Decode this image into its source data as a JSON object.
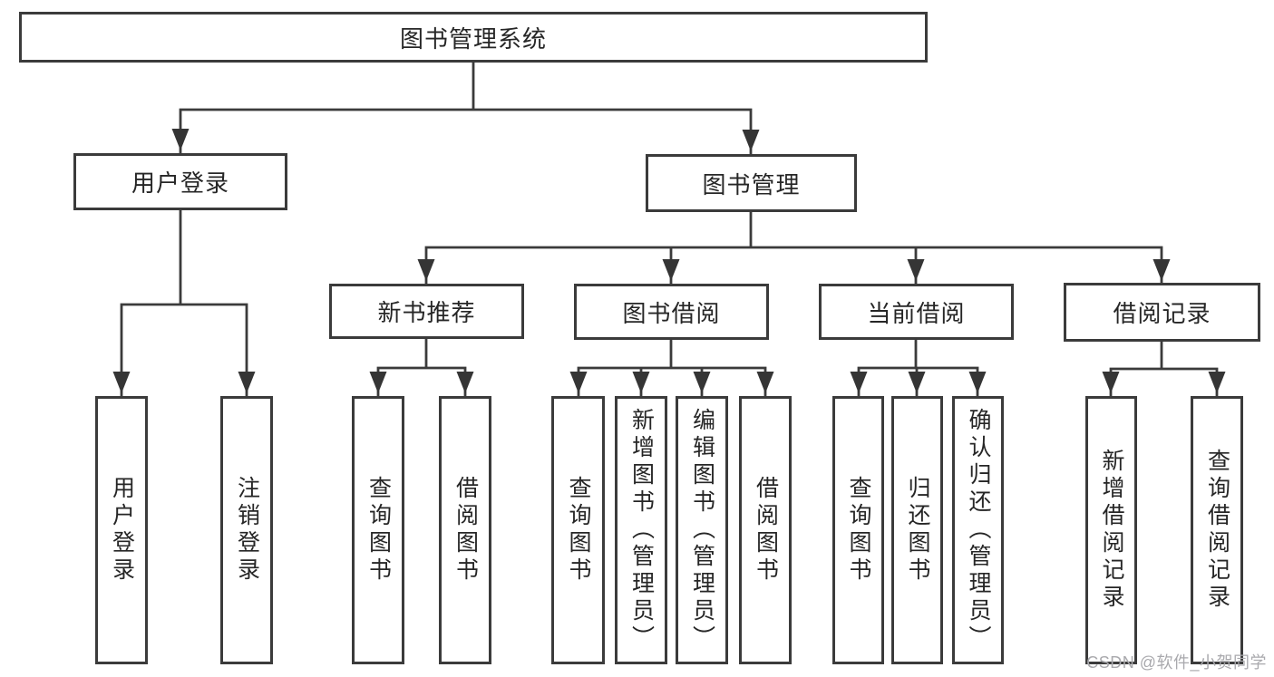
{
  "title": "图书管理系统",
  "watermark": "CSDN @软件_小贺同学",
  "colors": {
    "line": "#3b3b3b",
    "box_border": "#3b3b3b",
    "text": "#262626",
    "watermark": "#a9a9ad",
    "background": "#ffffff"
  },
  "nodes": {
    "root": "图书管理系统",
    "user_login": "用户登录",
    "book_management": "图书管理",
    "new_book_recommend": "新书推荐",
    "book_borrowing": "图书借阅",
    "current_borrowing": "当前借阅",
    "borrowing_records": "借阅记录",
    "leaf_user_login": "用户登录",
    "leaf_logout": "注销登录",
    "leaf_nr_query_books": "查询图书",
    "leaf_nr_borrow_books": "借阅图书",
    "leaf_bb_query_books": "查询图书",
    "leaf_bb_add_books": "新增图书（管理员）",
    "leaf_bb_edit_books": "编辑图书（管理员）",
    "leaf_bb_borrow_books": "借阅图书",
    "leaf_cb_query_books": "查询图书",
    "leaf_cb_return_books": "归还图书",
    "leaf_cb_confirm_return": "确认归还（管理员）",
    "leaf_br_add_record": "新增借阅记录",
    "leaf_br_query_record": "查询借阅记录"
  },
  "hierarchy": {
    "图书管理系统": {
      "用户登录": [
        "用户登录",
        "注销登录"
      ],
      "图书管理": {
        "新书推荐": [
          "查询图书",
          "借阅图书"
        ],
        "图书借阅": [
          "查询图书",
          "新增图书（管理员）",
          "编辑图书（管理员）",
          "借阅图书"
        ],
        "当前借阅": [
          "查询图书",
          "归还图书",
          "确认归还（管理员）"
        ],
        "借阅记录": [
          "新增借阅记录",
          "查询借阅记录"
        ]
      }
    }
  }
}
